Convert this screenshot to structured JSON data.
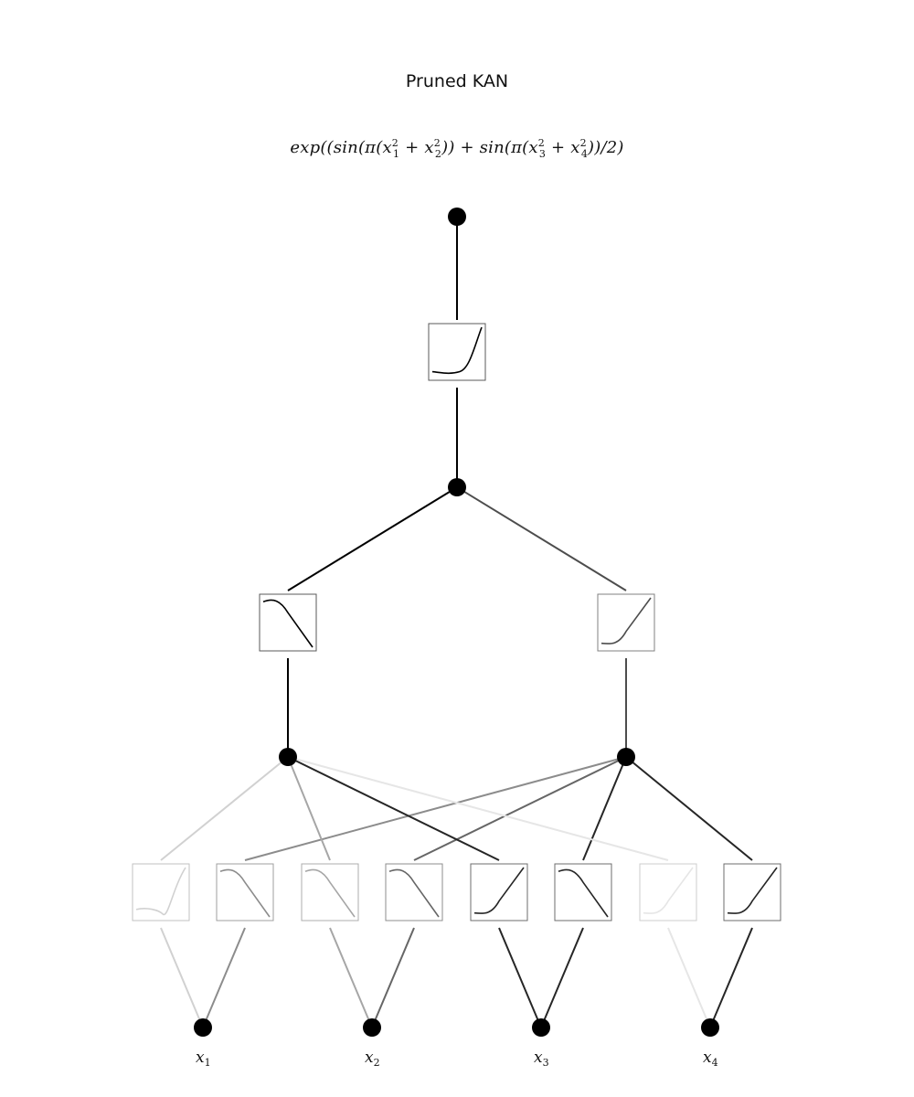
{
  "title": "Pruned KAN",
  "formula": {
    "prefix": "exp((sin(π(",
    "t1": "x",
    "t1_sub": "1",
    "t1_sup": "2",
    "plus": " + ",
    "t2": "x",
    "t2_sub": "2",
    "t2_sup": "2",
    "mid": ")) + sin(π(",
    "t3": "x",
    "t3_sub": "3",
    "t3_sup": "2",
    "t4": "x",
    "t4_sub": "4",
    "t4_sup": "2",
    "suffix": "))/2)"
  },
  "network": {
    "layers": [
      4,
      2,
      1
    ],
    "inputs": [
      {
        "var": "x",
        "sub": "1"
      },
      {
        "var": "x",
        "sub": "2"
      },
      {
        "var": "x",
        "sub": "3"
      },
      {
        "var": "x",
        "sub": "4"
      }
    ],
    "layer0_edges": [
      {
        "from": 0,
        "to": 0,
        "alpha": 0.18,
        "shape": "bump-up"
      },
      {
        "from": 0,
        "to": 1,
        "alpha": 0.45,
        "shape": "down"
      },
      {
        "from": 1,
        "to": 0,
        "alpha": 0.35,
        "shape": "down"
      },
      {
        "from": 1,
        "to": 1,
        "alpha": 0.6,
        "shape": "down"
      },
      {
        "from": 2,
        "to": 0,
        "alpha": 0.85,
        "shape": "up"
      },
      {
        "from": 2,
        "to": 1,
        "alpha": 0.85,
        "shape": "down"
      },
      {
        "from": 3,
        "to": 0,
        "alpha": 0.1,
        "shape": "up"
      },
      {
        "from": 3,
        "to": 1,
        "alpha": 0.85,
        "shape": "up"
      }
    ],
    "layer1_edges": [
      {
        "from": 0,
        "to": 0,
        "alpha": 1.0,
        "shape": "down"
      },
      {
        "from": 1,
        "to": 0,
        "alpha": 0.7,
        "shape": "up"
      }
    ],
    "layer2_edges": [
      {
        "from": 0,
        "to": 0,
        "alpha": 1.0,
        "shape": "exp"
      }
    ]
  }
}
